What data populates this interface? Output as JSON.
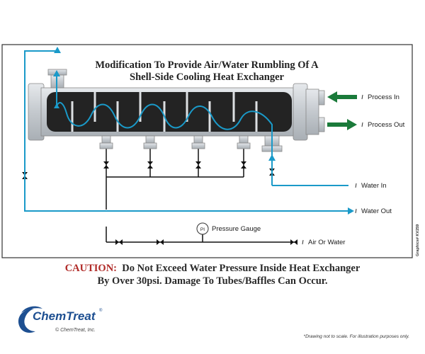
{
  "title_line1": "Modification To Provide Air/Water Rumbling Of A",
  "title_line2": "Shell-Side Cooling Heat Exchanger",
  "labels": {
    "process_in": "Process In",
    "process_out": "Process Out",
    "water_in": "Water In",
    "water_out": "Water Out",
    "pressure_gauge": "Pressure Gauge",
    "gauge_symbol": "PI",
    "air_or_water": "Air Or Water"
  },
  "graphic_credit": "Graphics# KV259",
  "caution": {
    "label": "CAUTION:",
    "line1": "Do Not Exceed Water Pressure Inside Heat Exchanger",
    "line2": "By Over 30psi.  Damage To Tubes/Baffles Can Occur."
  },
  "logo": {
    "name": "ChemTreat",
    "trademark": "®",
    "copyright": "© ChemTreat, Inc."
  },
  "footnote": "*Drawing not to scale. For illustration purposes only.",
  "colors": {
    "flow": "#1a9ac9",
    "arrow_green": "#1a7a3a",
    "caution_red": "#b02a27",
    "brand_blue": "#1d4f91",
    "shell": "#c9ced2",
    "core": "#232323"
  }
}
